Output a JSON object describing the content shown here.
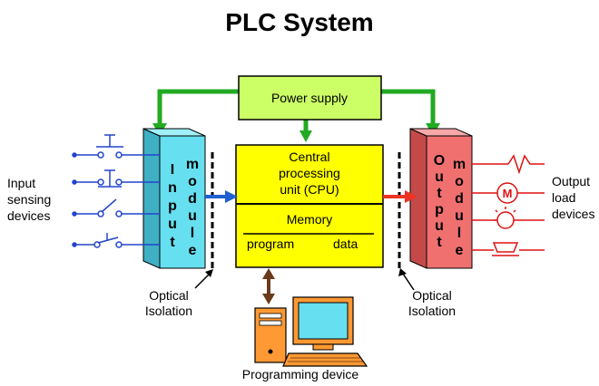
{
  "title": "PLC System",
  "power_supply": "Power supply",
  "cpu": {
    "line1": "Central",
    "line2": "processing",
    "line3": "unit (CPU)"
  },
  "memory": {
    "label": "Memory",
    "program": "program",
    "data": "data"
  },
  "input_module": {
    "word1": "Input",
    "word2": "module"
  },
  "output_module": {
    "word1": "Output",
    "word2": "module"
  },
  "input_devices": {
    "line1": "Input",
    "line2": "sensing",
    "line3": "devices"
  },
  "output_devices": {
    "line1": "Output",
    "line2": "load",
    "line3": "devices"
  },
  "optical_isolation_left": {
    "line1": "Optical",
    "line2": "Isolation"
  },
  "optical_isolation_right": {
    "line1": "Optical",
    "line2": "Isolation"
  },
  "programming_device": "Programming device",
  "motor_symbol": "M",
  "colors": {
    "power_supply_fill": "#ccff66",
    "cpu_fill": "#ffff00",
    "input_module_fill": "#66e0f0",
    "output_module_fill": "#f07070",
    "green_arrow": "#22aa22",
    "blue_arrow": "#1f5fd0",
    "red_arrow": "#ee3322",
    "brown_arrow": "#6b3a1a",
    "input_wiring": "#2244cc",
    "output_wiring": "#dd1111",
    "computer": "#ff9933"
  }
}
